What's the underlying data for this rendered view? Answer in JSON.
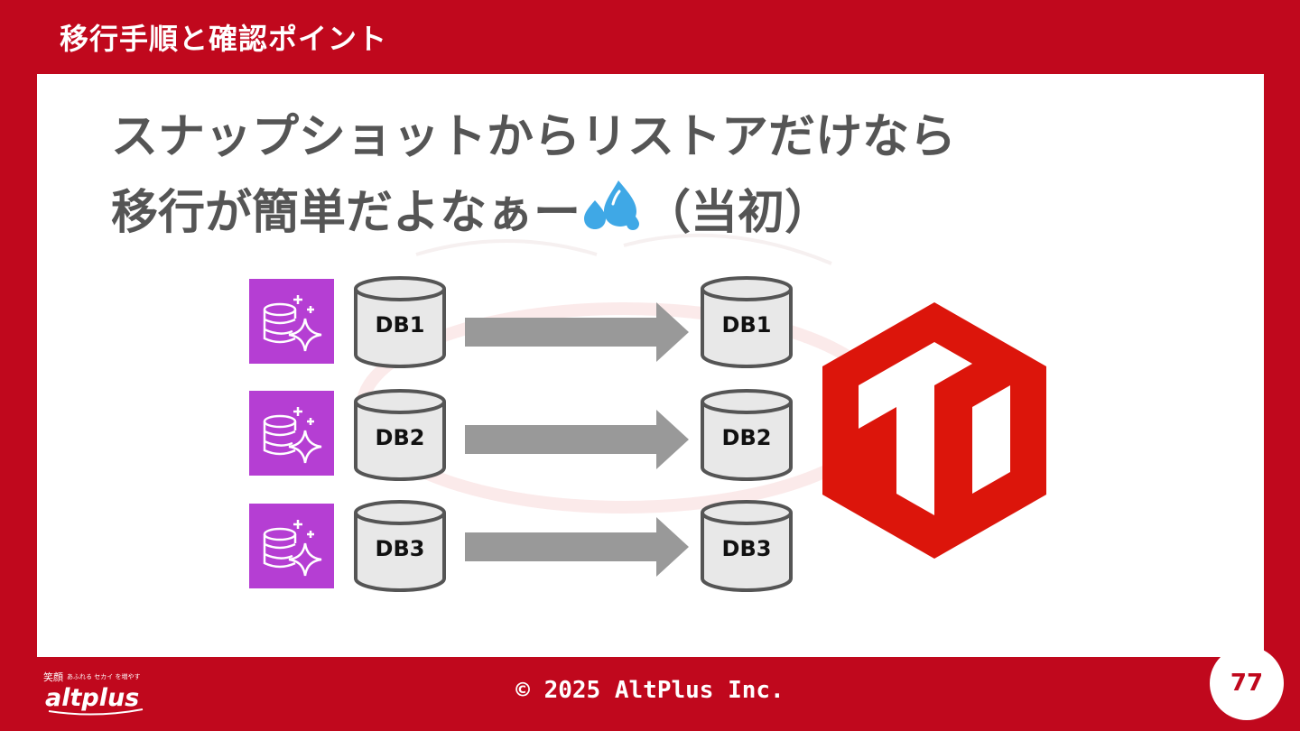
{
  "slide": {
    "section_title": "移行手順と確認ポイント",
    "headline_line1": "スナップショットからリストアだけなら",
    "headline_line2_text": "移行が簡単だよなぁー",
    "headline_line2_suffix": "（当初）",
    "icons": {
      "sweat": "sweat-drops-icon",
      "rds": "aws-rds-icon",
      "db": "database-cylinder-icon",
      "arrow": "right-arrow-icon",
      "tidb": "tidb-logo-icon"
    }
  },
  "diagram": {
    "rows": [
      {
        "source": "DB1",
        "target": "DB1"
      },
      {
        "source": "DB2",
        "target": "DB2"
      },
      {
        "source": "DB3",
        "target": "DB3"
      }
    ],
    "colors": {
      "rds": "#b53ed3",
      "arrow": "#999999",
      "tidb": "#dc150b",
      "cylinder": "#e8e8e8"
    }
  },
  "footer": {
    "copyright": "© 2025 AltPlus Inc.",
    "page_number": "77",
    "logo_text": "altplus",
    "logo_tagline": "笑顔あふれるセカイを増やす"
  },
  "brand": {
    "primary": "#c0081d"
  }
}
